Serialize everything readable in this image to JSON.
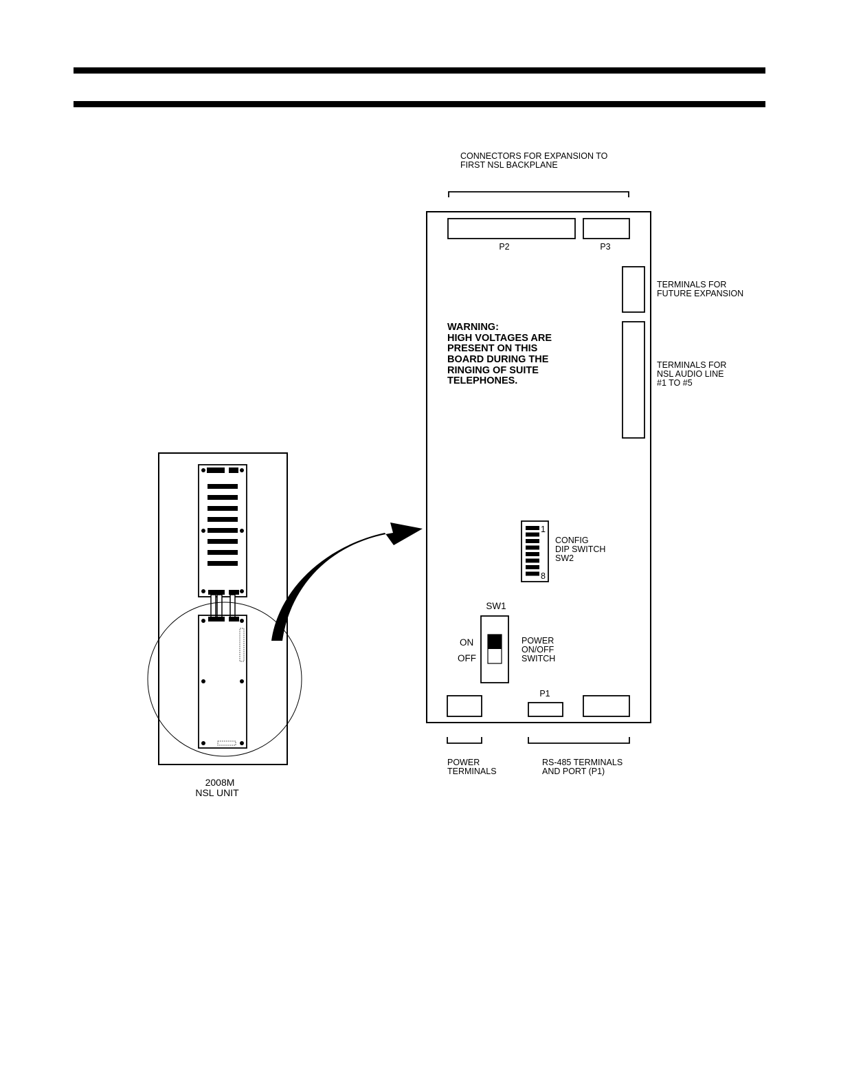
{
  "labels": {
    "connectors_expansion": [
      "CONNECTORS FOR EXPANSION TO",
      "FIRST NSL BACKPLANE"
    ],
    "p2": "P2",
    "p3": "P3",
    "terminals_future": [
      "TERMINALS FOR",
      "FUTURE EXPANSION"
    ],
    "warning": [
      "WARNING:",
      "HIGH VOLTAGES ARE",
      "PRESENT ON THIS",
      "BOARD DURING THE",
      "RINGING OF SUITE",
      "TELEPHONES."
    ],
    "terminals_audio": [
      "TERMINALS FOR",
      "NSL AUDIO LINE",
      "#1 TO #5"
    ],
    "dip_1": "1",
    "dip_8": "8",
    "config_dip": [
      "CONFIG",
      "DIP SWITCH",
      "SW2"
    ],
    "sw1": "SW1",
    "on": "ON",
    "off": "OFF",
    "power_switch": [
      "POWER",
      "ON/OFF",
      "SWITCH"
    ],
    "p1": "P1",
    "power_terminals": [
      "POWER",
      "TERMINALS"
    ],
    "rs485": [
      "RS-485 TERMINALS",
      "AND PORT (P1)"
    ],
    "unit_name": [
      "2008M",
      "NSL UNIT"
    ]
  }
}
